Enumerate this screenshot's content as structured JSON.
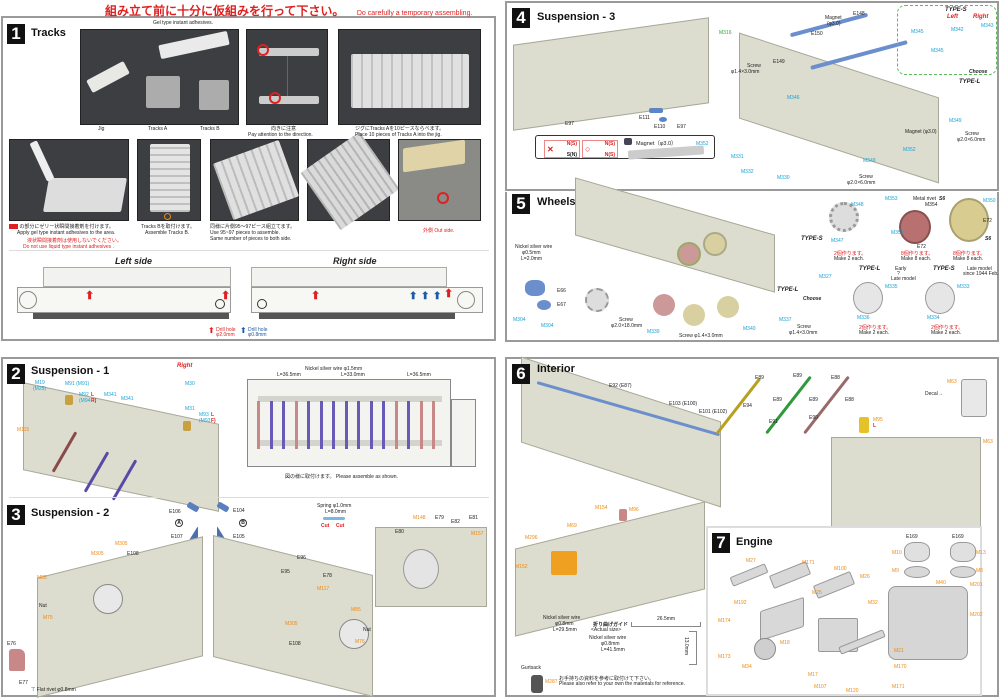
{
  "header": {
    "title_jp": "組み立て前に十分に仮組みを行って下さい。",
    "title_en": "Do carefully a temporary assembling."
  },
  "colors": {
    "accent_red": "#e02020",
    "label_cyan": "#19a3d6",
    "label_orange": "#f08a10",
    "label_blue": "#1e5aa8"
  },
  "step1": {
    "number": "1",
    "title": "Tracks",
    "photo1_caption": "Gel type instant adhesives.",
    "photo1_labels": [
      "Jig",
      "Tracks A",
      "Tracks B"
    ],
    "photo2_caption_jp": "向きに注意",
    "photo2_caption_en": "Pay attention to the direction.",
    "photo3_caption_jp": "ジグにTracks Aを10ピースならべます。",
    "photo3_caption_en": "Place 10 pieces of Tracks A into the jig.",
    "photo4_caption_jp": "の部分にゼリー状瞬間接着剤を付けます。",
    "photo4_caption_en": "Apply gel type instant adhesives to the area.",
    "photo4_warning_jp": "液状瞬間接着剤は使用しないでください。",
    "photo4_warning_en": "Do not use liquid type instant adhesives .",
    "photo5_caption_jp": "Tracks Bを取付けます。",
    "photo5_caption_en": "Assemble Tracks B.",
    "photo6_caption_jp": "同様に片側95～97ピース組立てます。",
    "photo6_caption_en1": "Use 95~97 pieces to assemble.",
    "photo6_caption_en2": "Same number of pieces to both side.",
    "photo8_caption": "外側  Out side.",
    "left_side": "Left side",
    "right_side": "Right side",
    "legend_red": "Drill hole",
    "legend_red_size": "φ2.0mm",
    "legend_blue": "Drill hole",
    "legend_blue_size": "φ0.8mm"
  },
  "step2": {
    "number": "2",
    "title": "Suspension - 1",
    "right_label": "Right",
    "labels": [
      "M19",
      "(M25)",
      "M91 (M91)",
      "M92",
      "L",
      "(M94",
      "R)",
      "M341",
      "M341",
      "M30",
      "M31",
      "M93",
      "L",
      "(M93",
      "F)",
      "M115"
    ],
    "wire_title": "Nickel silver wire  φ1.5mm",
    "wire_lengths": [
      "L=36.5mm",
      "L=33.0mm",
      "L=36.5mm"
    ],
    "caption": "図の様に取付けます。 Please assemble as shown."
  },
  "step3": {
    "number": "3",
    "title": "Suspension - 2",
    "parts_a": [
      "E106",
      "E107"
    ],
    "parts_b": [
      "E104",
      "E105"
    ],
    "marker_a": "A",
    "marker_b": "B",
    "spring_title": "Spring  φ1.0mm",
    "spring_length": "L=8.0mm",
    "cut": "Cut",
    "labels_left": [
      "M305",
      "M305",
      "E108",
      "M85",
      "Nut",
      "M75",
      "E76",
      "E77"
    ],
    "labels_right": [
      "E96",
      "E95",
      "E78",
      "M117",
      "M85",
      "M305",
      "E108",
      "Nut",
      "M76"
    ],
    "labels_detail": [
      "M148",
      "E79",
      "E82",
      "E81",
      "E80",
      "M157"
    ],
    "rivet_note": "Flat rivet  φ0.8mm"
  },
  "step4": {
    "number": "4",
    "title": "Suspension - 3",
    "labels_left": [
      "M316",
      "E111",
      "E110",
      "E97",
      "E97"
    ],
    "magnet_box_title": "Magnet（φ3.0）",
    "magnet_wrong": [
      "N(S)",
      "S(N)"
    ],
    "magnet_right": [
      "N(S)",
      "N(S)"
    ],
    "magnet_part": "M352",
    "labels_right": [
      "E148",
      "Magnet",
      "(φ3.0)",
      "E150",
      "E149",
      "Screw",
      "φ1.4×3.0mm",
      "M346",
      "M331",
      "M332",
      "M330",
      "M349",
      "Screw",
      "φ2.0×6.0mm",
      "Magnet (φ3.0)",
      "M352",
      "M349",
      "Screw",
      "φ2.0×6.0mm"
    ],
    "type_s": "TYPE-S",
    "type_l": "TYPE-L",
    "left": "Left",
    "right": "Right",
    "choose": "Choose",
    "type_parts": [
      "M345",
      "M342",
      "M343",
      "M345"
    ]
  },
  "step5": {
    "number": "5",
    "title": "Wheels",
    "wire_note": [
      "Nickel silver wire",
      "φ0.5mm",
      "L=2.0mm"
    ],
    "labels": [
      "E66",
      "E67",
      "M304",
      "M304",
      "Screw",
      "φ2.0×18.0mm",
      "M339",
      "Screw  φ1.4×3.0mm",
      "M340",
      "Screw",
      "φ1.4×3.0mm",
      "M327",
      "M337"
    ],
    "type_s": "TYPE-S",
    "type_l": "TYPE-L",
    "choose": "Choose",
    "sprocket": {
      "parts": [
        "M348",
        "M347"
      ],
      "qty_jp": "2個作ります。",
      "qty_en": "Make 2 each."
    },
    "steel_wheel": {
      "parts": [
        "M353",
        "M351",
        "E72"
      ],
      "rivet": "Metal rivet",
      "rivet_code": "S6",
      "rivet_part": "M354",
      "qty_jp": "8個作ります。",
      "qty_en": "Make 8 each."
    },
    "rubber_wheel": {
      "parts": [
        "M350",
        "E72"
      ],
      "rivet_code": "S6",
      "qty_jp": "8個作ります。",
      "qty_en": "Make 8 each."
    },
    "idler_l": {
      "title": "TYPE-L",
      "note": [
        "Early",
        "?",
        "Late model"
      ],
      "parts": [
        "M335",
        "M336"
      ],
      "qty_jp": "2個作ります。",
      "qty_en": "Make 2 each."
    },
    "idler_s": {
      "title": "TYPE-S",
      "note": [
        "Late model",
        "since 1944 Feb."
      ],
      "parts": [
        "M333",
        "M334"
      ],
      "qty_jp": "2個作ります。",
      "qty_en": "Make 2 each."
    }
  },
  "step6": {
    "number": "6",
    "title": "Interior",
    "labels_main": [
      "E92 (E87)",
      "E103 (E100)",
      "E101 (E102)"
    ],
    "rack_labels": [
      "E89",
      "E89",
      "E94",
      "E89",
      "E89",
      "E91",
      "E88",
      "E88",
      "E90"
    ],
    "decal": "Decal→",
    "decal_part": "M63",
    "m95": "M95",
    "m95_flag": "L",
    "m63b": "M63",
    "lower_labels": [
      "M154",
      "M96",
      "M69",
      "M296",
      "M152"
    ],
    "wire1": [
      "Nickel silver wire",
      "φ0.8mm",
      "L=29.5mm"
    ],
    "guide_jp": "折り曲げガイド",
    "guide_en": "<Actual size>",
    "wire2": [
      "Nickel silver wire",
      "φ0.8mm",
      "L=41.5mm"
    ],
    "dim_h": "26.5mm",
    "dim_v": "13.0mm",
    "gurtsack": "Gurtsack",
    "gurtsack_part": "M287",
    "ref_jp": "お手持ちの資料を参考に取付けて下さい。",
    "ref_en": "Please also refer to your own the materials for reference."
  },
  "step7": {
    "number": "7",
    "title": "Engine",
    "labels": [
      "E169",
      "E169",
      "M10",
      "M13",
      "M9",
      "M8",
      "M40",
      "M201",
      "M202",
      "M27",
      "M171",
      "M25",
      "M100",
      "M26",
      "M32",
      "M192",
      "M174",
      "M18",
      "M173",
      "M34",
      "M17",
      "M21",
      "M170",
      "M107",
      "M120",
      "M171"
    ]
  }
}
